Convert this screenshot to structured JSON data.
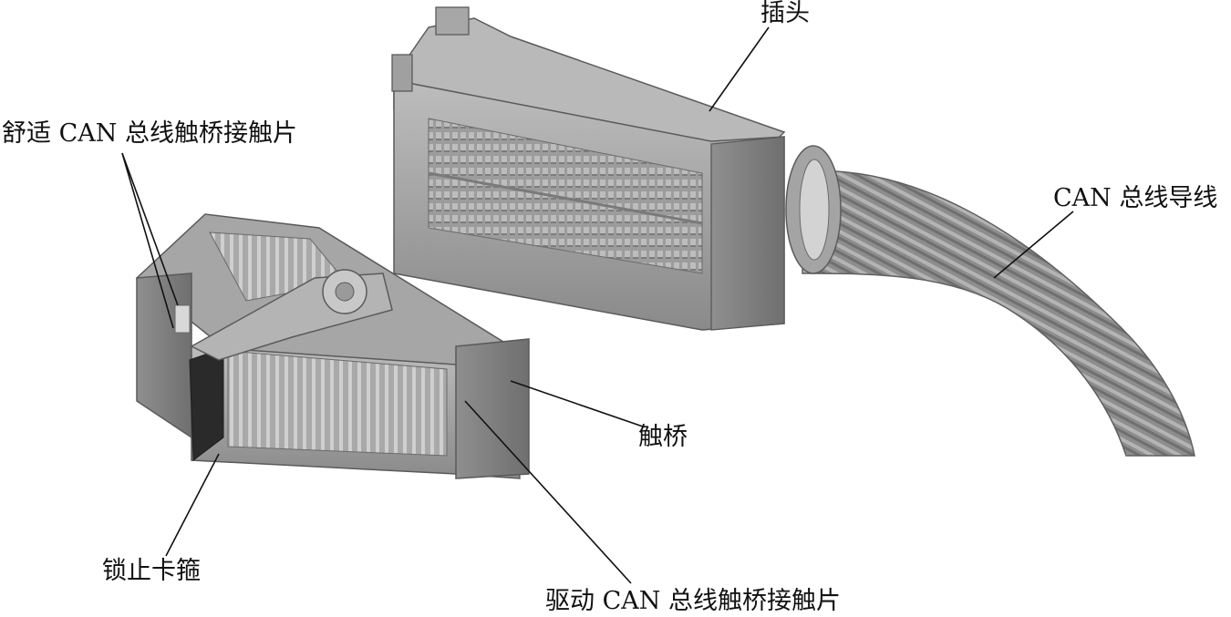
{
  "labels": {
    "plug": "插头",
    "comfort_contact": "舒适 CAN 总线触桥接触片",
    "can_wire": "CAN 总线导线",
    "bridge": "触桥",
    "lock_clip": "锁止卡箍",
    "drive_contact": "驱动 CAN 总线触桥接触片"
  },
  "colors": {
    "housing": "#9a9a9a",
    "housing_dark": "#6e6e6e",
    "housing_light": "#c4c4c4",
    "leader_line": "#111111",
    "wire": "#8c8c8c"
  }
}
